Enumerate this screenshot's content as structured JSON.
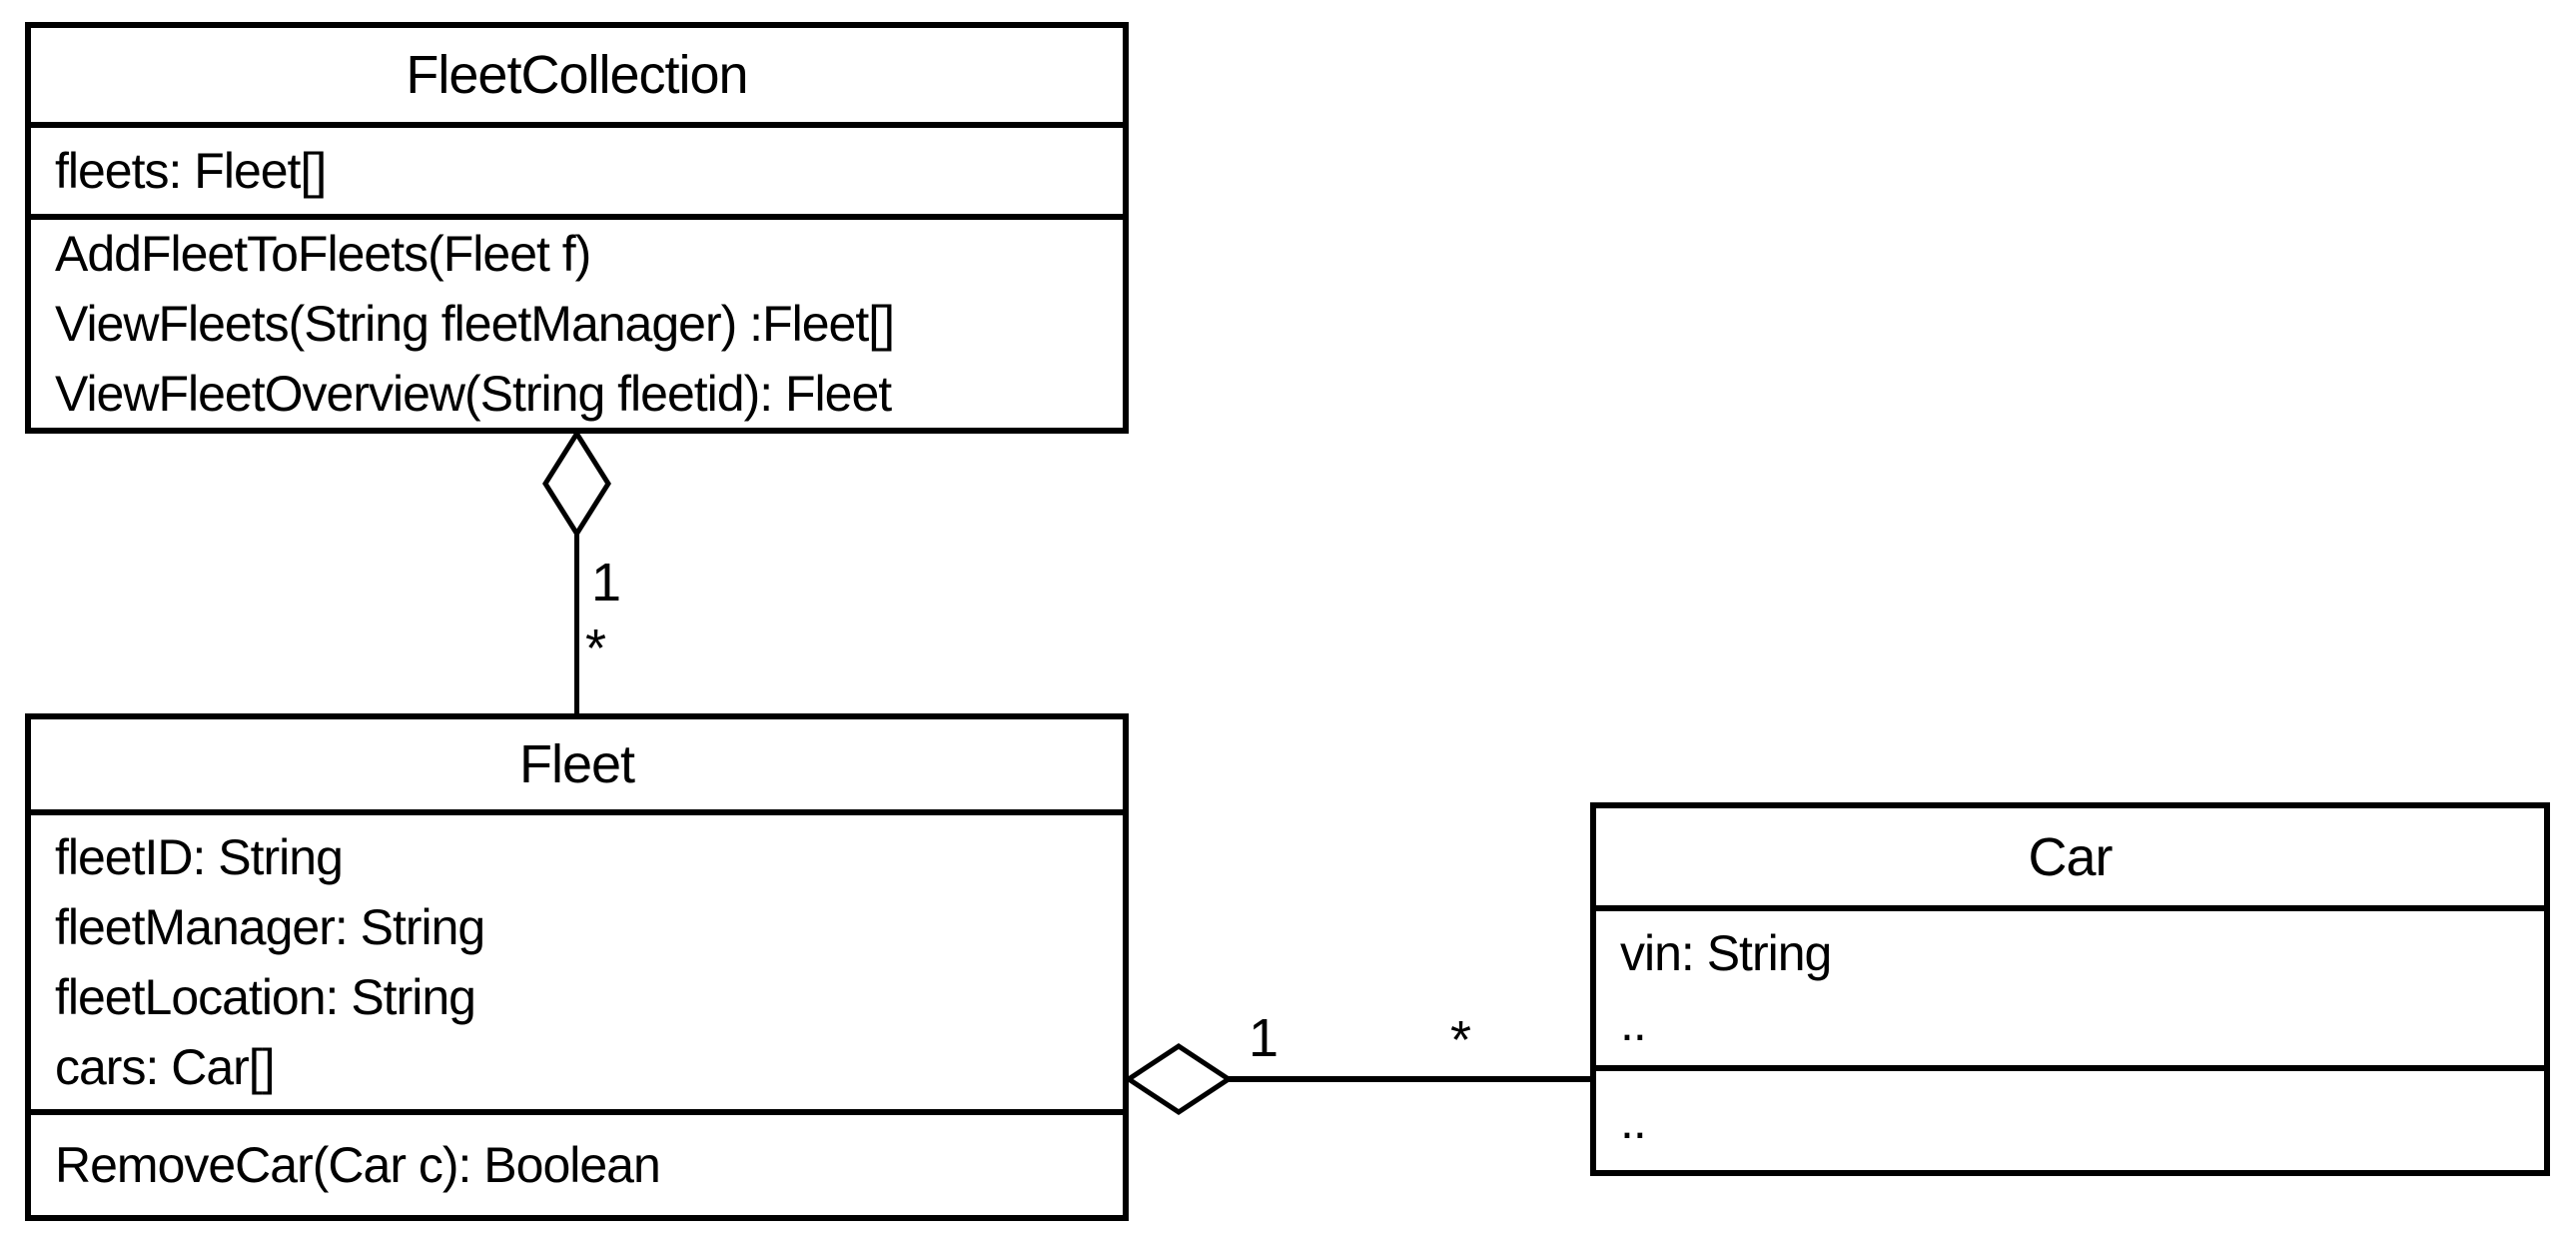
{
  "colors": {
    "background": "#ffffff",
    "line": "#000000",
    "text": "#000000"
  },
  "classes": [
    {
      "name": "FleetCollection",
      "attributes": [
        "fleets: Fleet[]"
      ],
      "methods": [
        "AddFleetToFleets(Fleet f)",
        "ViewFleets(String fleetManager) :Fleet[]",
        "ViewFleetOverview(String fleetid): Fleet"
      ]
    },
    {
      "name": "Fleet",
      "attributes": [
        "fleetID: String",
        "fleetManager: String",
        "fleetLocation: String",
        "cars: Car[]"
      ],
      "methods": [
        "RemoveCar(Car c): Boolean"
      ]
    },
    {
      "name": "Car",
      "attributes": [
        "vin: String",
        ".."
      ],
      "methods": [
        ".."
      ]
    }
  ],
  "relationships": [
    {
      "type": "aggregation",
      "whole": "FleetCollection",
      "part": "Fleet",
      "whole_multiplicity": "1",
      "part_multiplicity": "*"
    },
    {
      "type": "aggregation",
      "whole": "Fleet",
      "part": "Car",
      "whole_multiplicity": "1",
      "part_multiplicity": "*"
    }
  ]
}
